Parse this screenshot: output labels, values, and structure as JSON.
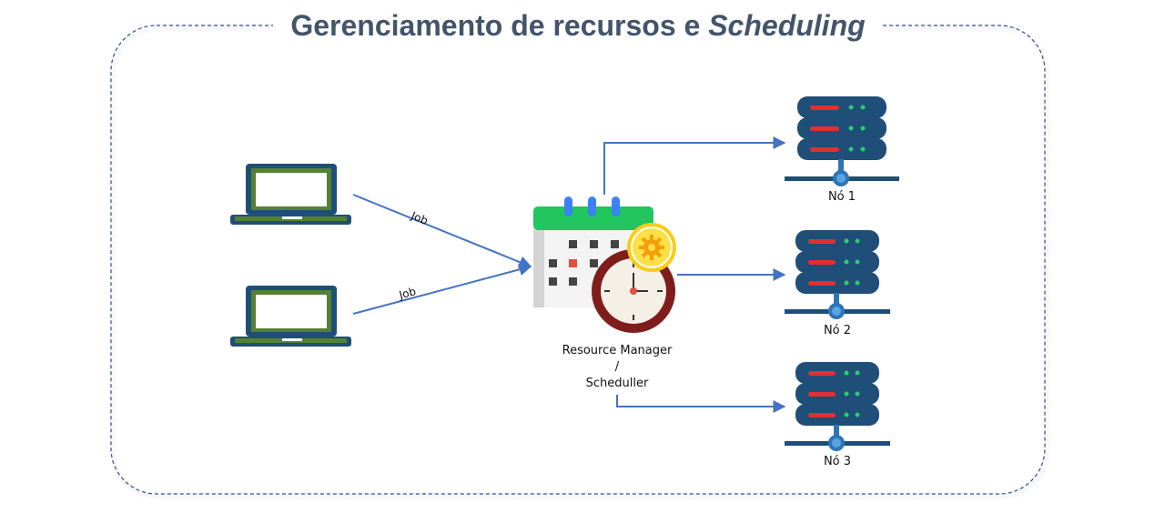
{
  "title": {
    "main": "Gerenciamento de recursos e ",
    "italic": "Scheduling"
  },
  "clients": [
    {
      "name": "laptop-icon"
    },
    {
      "name": "laptop-icon"
    }
  ],
  "jobs": [
    "Job",
    "Job"
  ],
  "scheduler": {
    "line1": "Resource Manager",
    "line2": "/",
    "line3": "Scheduller"
  },
  "nodes": [
    "Nó 1",
    "Nó 2",
    "Nó 3"
  ],
  "colors": {
    "border": "#2f4f8f",
    "arrow": "#4472c4",
    "title": "#44546a",
    "laptop_frame": "#1f4e79",
    "laptop_screen_border": "#548235",
    "server_body": "#1f4e79",
    "server_light_red": "#e03030",
    "server_light_green": "#2ecc71",
    "calendar_header": "#22c55e",
    "clock_ring": "#7f1d1d",
    "gear_badge": "#facc15"
  }
}
